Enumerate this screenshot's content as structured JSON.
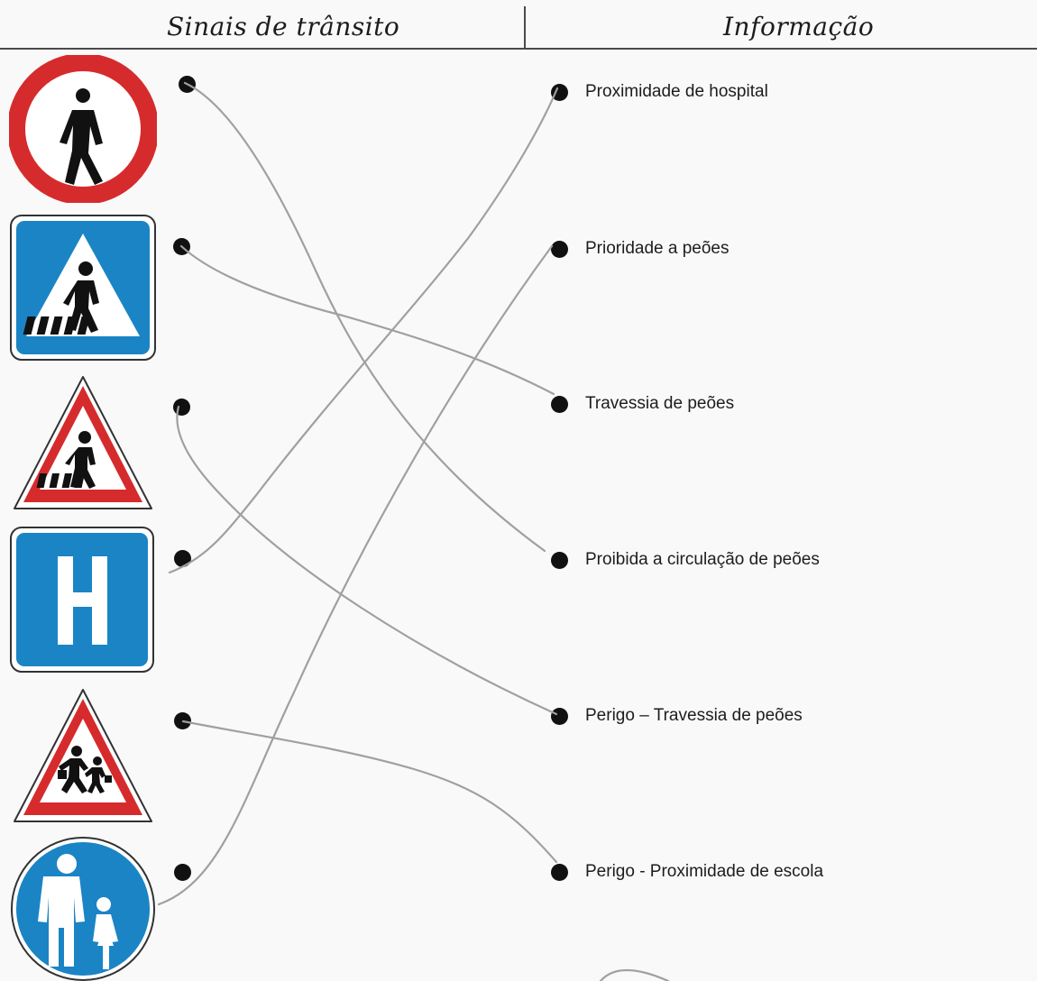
{
  "header": {
    "left_title": "Sinais de trânsito",
    "right_title": "Informação"
  },
  "signs": [
    {
      "name": "no-pedestrians-sign"
    },
    {
      "name": "pedestrian-crossing-sign"
    },
    {
      "name": "danger-pedestrian-crossing-sign"
    },
    {
      "name": "hospital-sign"
    },
    {
      "name": "danger-school-sign"
    },
    {
      "name": "pedestrian-path-sign"
    }
  ],
  "options": [
    {
      "label": "Proximidade de hospital"
    },
    {
      "label": "Prioridade a peões"
    },
    {
      "label": "Travessia de peões"
    },
    {
      "label": "Proibida a circulação de peões"
    },
    {
      "label": "Perigo – Travessia de peões"
    },
    {
      "label": "Perigo - Proximidade de escola"
    }
  ],
  "colors": {
    "red": "#d62b2c",
    "blue": "#1b84c5",
    "white": "#ffffff",
    "black": "#111111",
    "pencil": "#9d9d9d"
  }
}
